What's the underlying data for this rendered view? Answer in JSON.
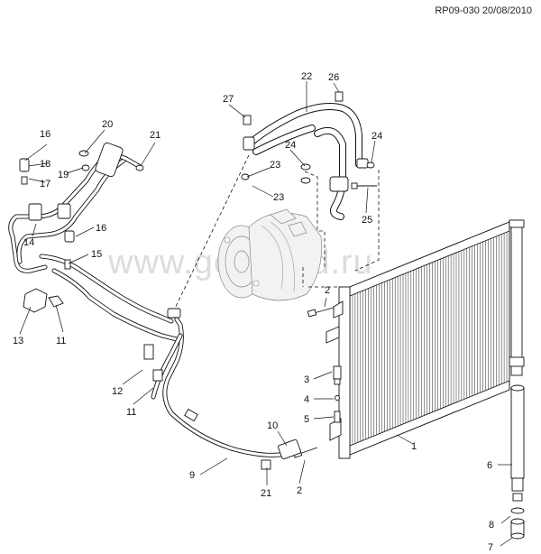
{
  "reference": "RP09-030 20/08/2010",
  "watermark": "www.golanlad.ru",
  "callouts": [
    "1",
    "2",
    "2",
    "3",
    "4",
    "5",
    "6",
    "7",
    "8",
    "9",
    "10",
    "11",
    "11",
    "12",
    "13",
    "14",
    "15",
    "16",
    "16",
    "17",
    "18",
    "19",
    "20",
    "21",
    "21",
    "22",
    "23",
    "23",
    "24",
    "24",
    "25",
    "26",
    "27"
  ]
}
